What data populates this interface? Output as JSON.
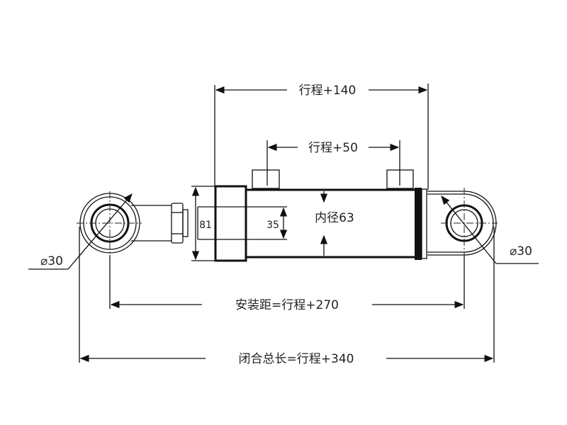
{
  "dimensions": {
    "stroke_plus_140": "行程+140",
    "stroke_plus_50": "行程+50",
    "bore": "内径63",
    "gland_height": "81",
    "rod_diameter": "35",
    "rod_eye_pin": "⌀30",
    "clevis_pin": "⌀30",
    "mounting_distance": "安装距=行程+270",
    "closed_length": "闭合总长=行程+340"
  },
  "colors": {
    "line": "#111111",
    "background": "#ffffff"
  }
}
